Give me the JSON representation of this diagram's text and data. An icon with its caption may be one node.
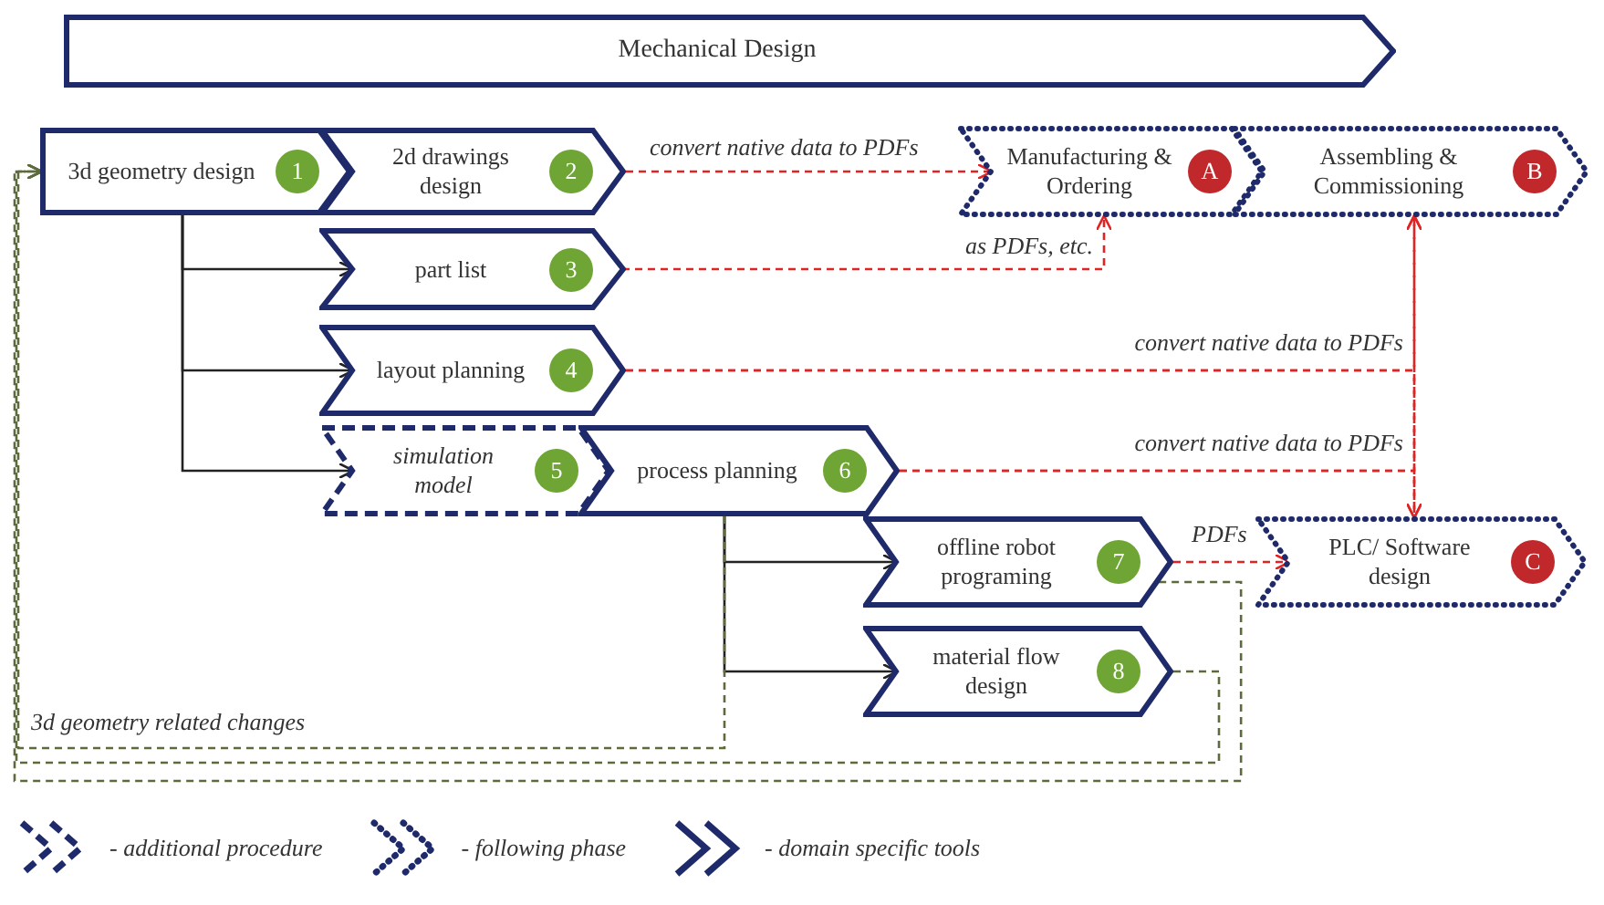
{
  "diagram": {
    "nodes": [
      {
        "text": [
          "Mechanical Design"
        ]
      },
      {
        "text": [
          "3d geometry design",
          "1"
        ]
      },
      {
        "text": [
          "2d drawings design",
          "2"
        ]
      },
      {
        "text": [
          "part list",
          "3"
        ]
      },
      {
        "text": [
          "layout planning",
          "4"
        ]
      },
      {
        "text": [
          "simulation model",
          "5"
        ]
      },
      {
        "text": [
          "process planning",
          "6"
        ]
      },
      {
        "text": [
          "offline robot programing",
          "7"
        ]
      },
      {
        "text": [
          "material flow design",
          "8"
        ]
      },
      {
        "text": [
          "Manufacturing & Ordering",
          "A"
        ]
      },
      {
        "text": [
          "Assembling & Commissioning",
          "B"
        ]
      },
      {
        "text": [
          "PLC/ Software design",
          "C"
        ]
      }
    ],
    "edges": [
      {
        "from": 1,
        "to": 3,
        "arrow": "to",
        "color": "#222222"
      },
      {
        "from": 1,
        "to": 4,
        "arrow": "to",
        "color": "#222222"
      },
      {
        "from": 1,
        "to": 5,
        "arrow": "to",
        "color": "#222222"
      },
      {
        "from": 6,
        "to": 7,
        "arrow": "to",
        "color": "#222222"
      },
      {
        "from": 6,
        "to": 8,
        "arrow": "to",
        "color": "#222222"
      },
      {
        "from": 2,
        "to": 9,
        "arrow": "to",
        "label": "convert native data to PDFs",
        "style": "dashed",
        "color": "#e02424"
      },
      {
        "from": 3,
        "to": 9,
        "arrow": "to",
        "label": "as PDFs, etc.",
        "style": "dashed",
        "color": "#e02424"
      },
      {
        "from": 4,
        "to": 10,
        "arrow": "to",
        "label": "convert native data to PDFs",
        "style": "dashed",
        "color": "#e02424"
      },
      {
        "from": 4,
        "to": 11,
        "arrow": "to",
        "style": "dashed",
        "color": "#e02424"
      },
      {
        "from": 6,
        "to": 10,
        "arrow": "to",
        "label": "convert native data to PDFs",
        "style": "dashed",
        "color": "#e02424"
      },
      {
        "from": 6,
        "to": 11,
        "arrow": "to",
        "style": "dashed",
        "color": "#e02424"
      },
      {
        "from": 7,
        "to": 11,
        "arrow": "to",
        "label": "PDFs",
        "style": "dashed",
        "color": "#e02424"
      },
      {
        "from": 6,
        "to": 1,
        "arrow": "to",
        "label": "3d geometry related changes",
        "style": "dashed",
        "color": "#5d6b3c"
      },
      {
        "from": 7,
        "to": 1,
        "arrow": "to",
        "style": "dashed",
        "color": "#5d6b3c"
      },
      {
        "from": 8,
        "to": 1,
        "arrow": "to",
        "style": "dashed",
        "color": "#5d6b3c"
      }
    ],
    "legend": [
      {
        "text": "- additional procedure"
      },
      {
        "text": "- following phase"
      },
      {
        "text": "- domain specific tools"
      }
    ]
  }
}
